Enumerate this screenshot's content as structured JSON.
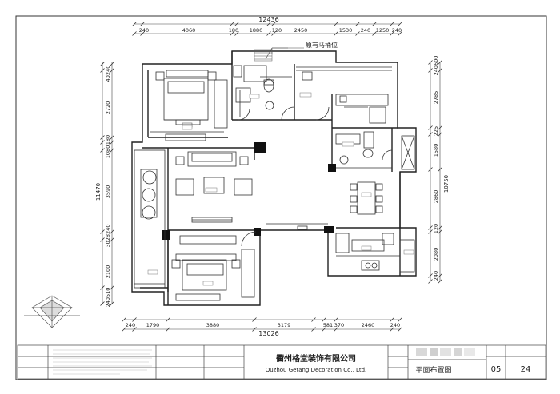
{
  "drawing": {
    "overall_width_top": "12436",
    "overall_width_bottom": "13026",
    "overall_height_left": "11470",
    "overall_height_right": "10750",
    "note_toilet": "原有马桶位",
    "top_dims": [
      "240",
      "4060",
      "180",
      "1880",
      "120",
      "2450",
      "1530",
      "240",
      "1250",
      "240"
    ],
    "bottom_dims": [
      "240",
      "1790",
      "3880",
      "3179",
      "581",
      "370",
      "2460",
      "240"
    ],
    "left_dims": [
      "40240",
      "2720",
      "180",
      "1080",
      "3590",
      "3028240",
      "2100",
      "240510"
    ],
    "right_dims": [
      "240600",
      "2785",
      "225",
      "1580",
      "2860",
      "120",
      "2080",
      "240"
    ]
  },
  "title_block": {
    "company_cn": "衢州格堂装饰有限公司",
    "company_en": "Quzhou Getang Decoration Co., Ltd.",
    "drawing_title": "平面布置图",
    "sheet_no": "05",
    "page_no": "24"
  }
}
